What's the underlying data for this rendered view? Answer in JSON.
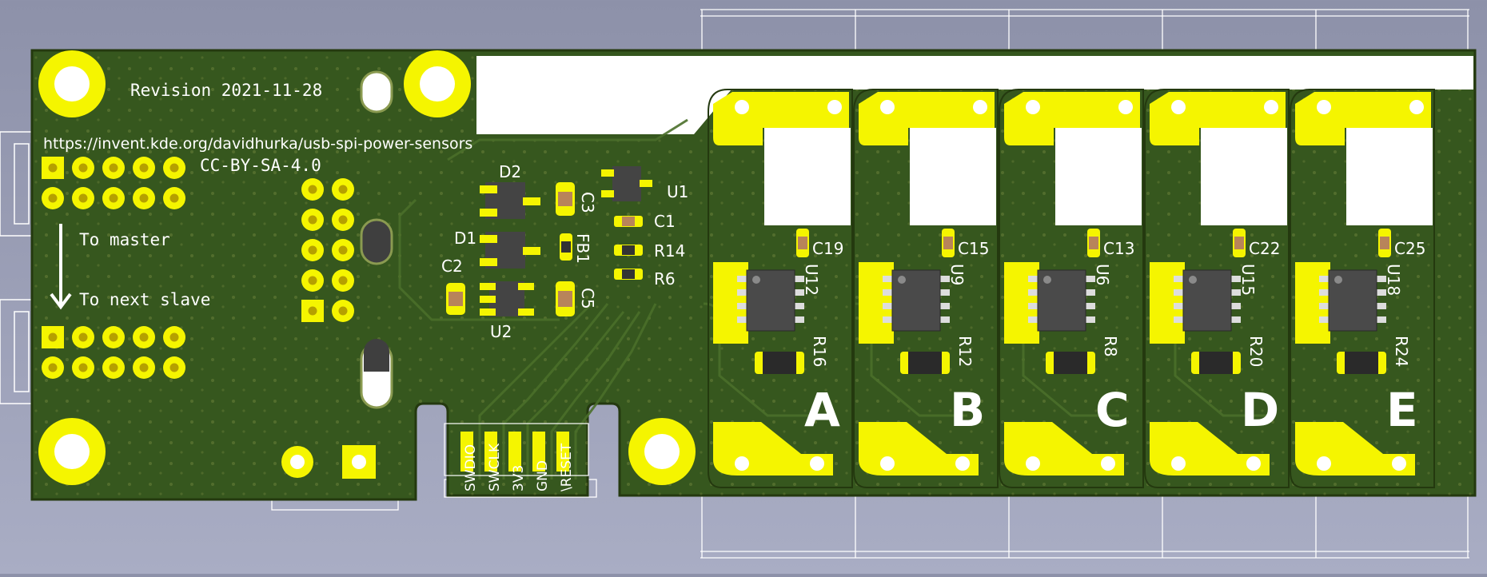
{
  "viewer": "KiCad 3D Viewer",
  "board": {
    "revision": "Revision 2021-11-28",
    "url": "https://invent.kde.org/davidhurka/usb-spi-power-sensors",
    "license": "CC-BY-SA-4.0",
    "to_master": "To master",
    "to_next_slave": "To next slave",
    "colors": {
      "soldermask": "#36571e",
      "copper": "#f5f500",
      "silk": "#ffffff",
      "background": "#9a9eb7"
    }
  },
  "refs": {
    "d2": "D2",
    "d1": "D1",
    "c2": "C2",
    "u2": "U2",
    "c3": "C3",
    "fb1": "FB1",
    "c5": "C5",
    "u1": "U1",
    "c1": "C1",
    "r14": "R14",
    "r6": "R6"
  },
  "debug_pins": [
    "SWDIO",
    "SWCLK",
    "3V3",
    "GND",
    "\\RESET"
  ],
  "channels": [
    {
      "letter": "A",
      "cap": "C19",
      "ic": "U12",
      "res": "R16"
    },
    {
      "letter": "B",
      "cap": "C15",
      "ic": "U9",
      "res": "R12"
    },
    {
      "letter": "C",
      "cap": "C13",
      "ic": "U6",
      "res": "R8"
    },
    {
      "letter": "D",
      "cap": "C22",
      "ic": "U15",
      "res": "R20"
    },
    {
      "letter": "E",
      "cap": "C25",
      "ic": "U18",
      "res": "R24"
    }
  ]
}
